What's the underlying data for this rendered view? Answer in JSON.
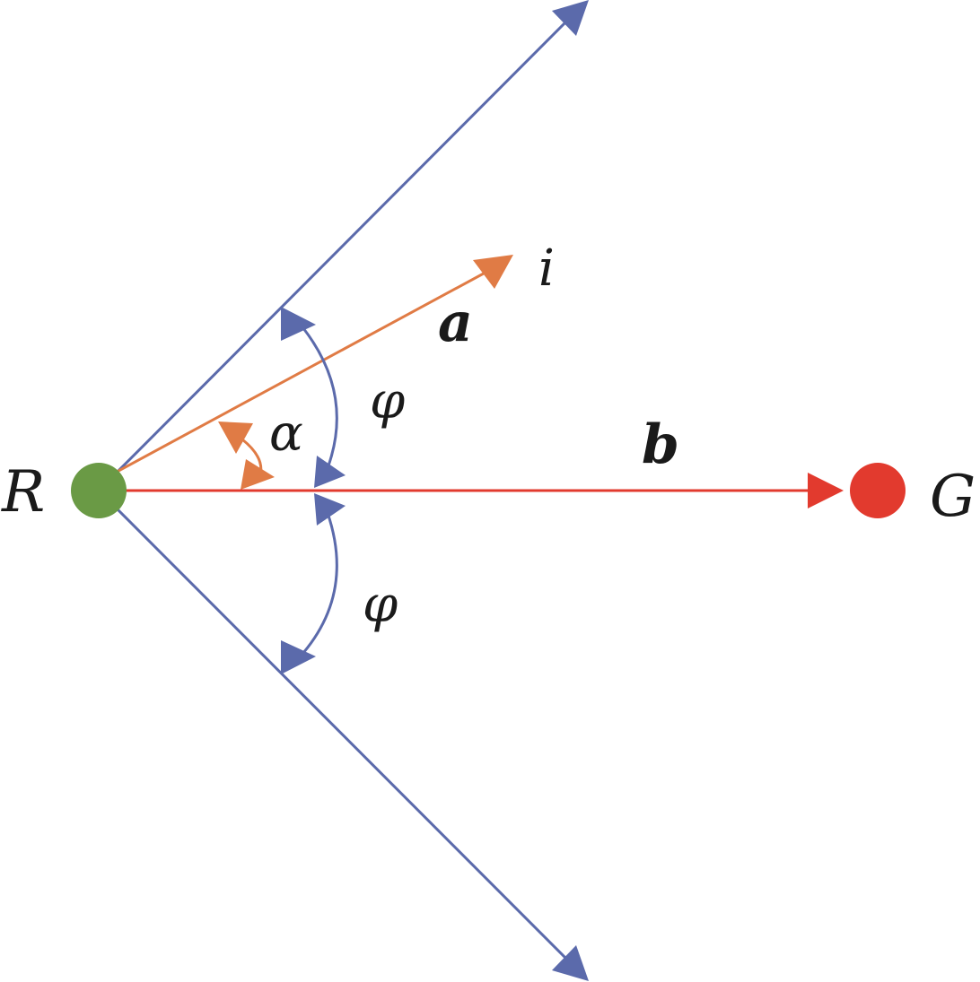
{
  "colors": {
    "boundary": "#5b6aab",
    "vector_a": "#e07b45",
    "vector_b": "#e23a2e",
    "node_R": "#6a9a45",
    "node_G": "#e23a2e",
    "text": "#1a1a1a"
  },
  "labels": {
    "node_R": "R",
    "node_G": "G",
    "vector_a": "a",
    "vector_b": "b",
    "direction_i": "i",
    "angle_alpha": "α",
    "angle_phi_upper": "φ",
    "angle_phi_lower": "φ"
  }
}
